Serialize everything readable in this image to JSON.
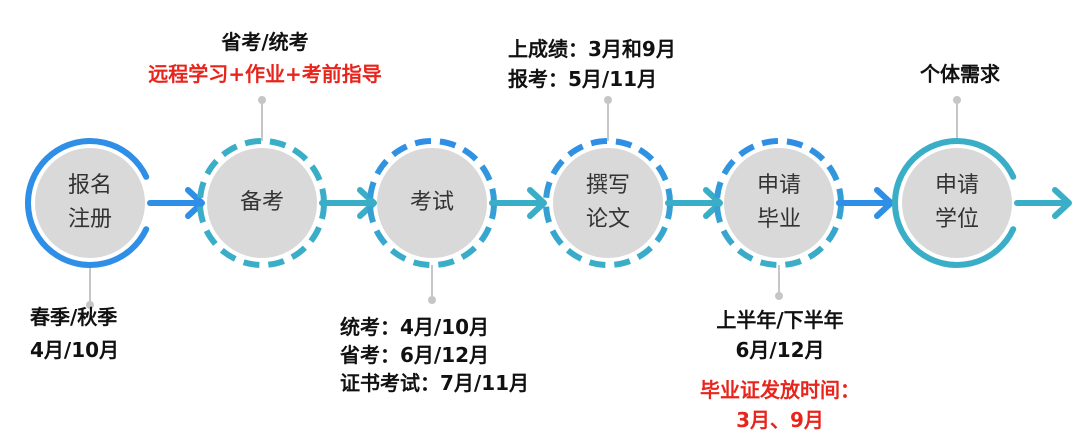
{
  "colors": {
    "blue": "#2f8ee5",
    "teal": "#3aaec6",
    "disc": "#d9d9d9",
    "connector": "#c6c6c6",
    "text": "#111111",
    "step_text": "#333333",
    "red": "#e8251c"
  },
  "steps": [
    {
      "lines": [
        "报名",
        "注册"
      ],
      "style": "solid-blue",
      "arrow": "blue"
    },
    {
      "lines": [
        "备考"
      ],
      "style": "dashed-teal",
      "arrow": "teal"
    },
    {
      "lines": [
        "考试"
      ],
      "style": "dashed-blue-top",
      "arrow": "teal"
    },
    {
      "lines": [
        "撰写",
        "论文"
      ],
      "style": "dashed-blue-top",
      "arrow": "teal"
    },
    {
      "lines": [
        "申请",
        "毕业"
      ],
      "style": "dashed-blue-bottom",
      "arrow": "blue"
    },
    {
      "lines": [
        "申请",
        "学位"
      ],
      "style": "solid-teal",
      "arrow": "teal"
    }
  ],
  "annotations": {
    "prep_top": {
      "line1": "省考/统考",
      "line2": "远程学习+作业+考前指导"
    },
    "reg_bottom": {
      "line1": "春季/秋季",
      "line2": "4月/10月"
    },
    "exam_bottom": {
      "line1": "统考：4月/10月",
      "line2": "省考：6月/12月",
      "line3": "证书考试：7月/11月"
    },
    "thesis_top": {
      "line1": "上成绩：3月和9月",
      "line2": "报考：5月/11月"
    },
    "grad_bottom": {
      "line1": "上半年/下半年",
      "line2": "6月/12月",
      "line3": "毕业证发放时间：",
      "line4": "3月、9月"
    },
    "degree_top": {
      "line1": "个体需求"
    }
  }
}
